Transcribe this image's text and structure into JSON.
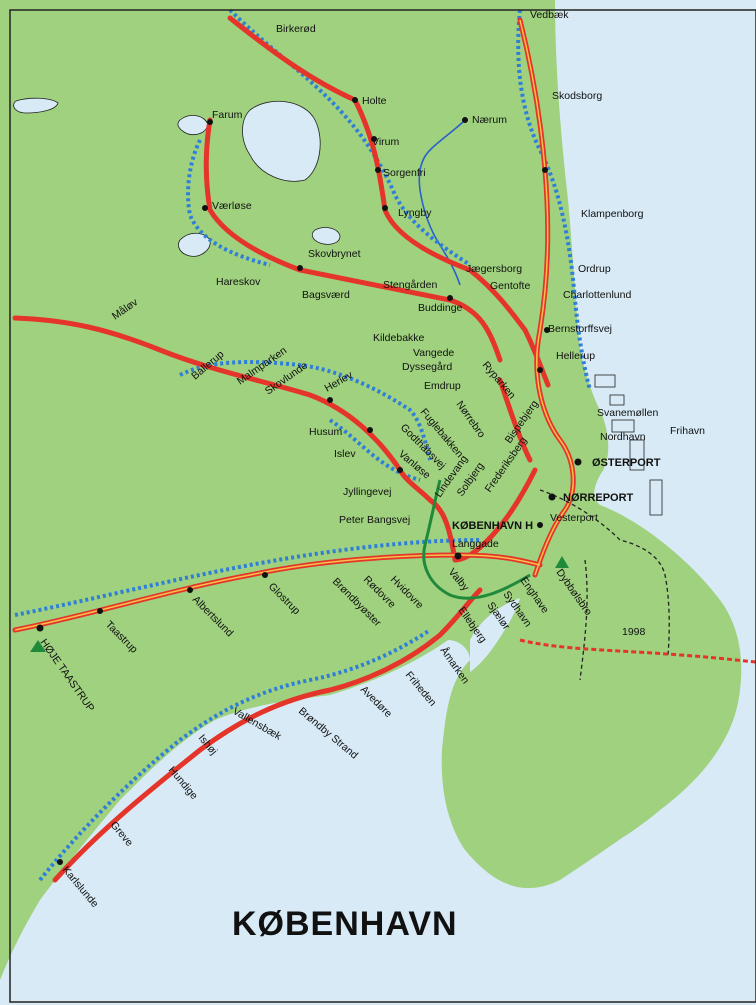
{
  "title": "KØBENHAVN",
  "year_label": "1998",
  "colors": {
    "land": "#9fd17f",
    "water": "#d7eaf5",
    "rail": "#e5342a",
    "rail_core": "#f6c24a",
    "coast_route": "#2f7fd8",
    "metro": "#1f8a3a",
    "stream": "#2a62c9",
    "border": "#222222"
  },
  "icons": {
    "triangle": "green-triangle-icon",
    "station_dot": "station-dot-icon"
  },
  "stations": [
    "Birkerød",
    "Holte",
    "Virum",
    "Sorgenfri",
    "Lyngby",
    "Nærum",
    "Farum",
    "Værløse",
    "Skovbrynet",
    "Hareskov",
    "Bagsværd",
    "Stengården",
    "Jægersborg",
    "Gentofte",
    "Buddinge",
    "Kildebakke",
    "Vangede",
    "Dyssegård",
    "Emdrup",
    "Ryparken",
    "Bernstorffsvej",
    "Hellerup",
    "Svanemøllen",
    "Nordhavn",
    "Frihavn",
    "ØSTERPORT",
    "NØRREPORT",
    "Vesterport",
    "KØBENHAVN H",
    "Langgade",
    "Måløv",
    "Ballerup",
    "Malmparken",
    "Skovlunde",
    "Herlev",
    "Husum",
    "Islev",
    "Jyllingevej",
    "Peter Bangsvej",
    "Vanløse",
    "Godthåbsvej",
    "Fuglebakken",
    "Nørrebro",
    "Bispebjerg",
    "Lindevang",
    "Solbjerg",
    "Frederiksberg",
    "Valby",
    "Hvidovre",
    "Rødovre",
    "Brøndbyøster",
    "Glostrup",
    "Albertslund",
    "Taastrup",
    "HØJE TAASTRUP",
    "Vallensbæk",
    "Brøndby Strand",
    "Avedøre",
    "Friheden",
    "Åmarken",
    "Ellebjerg",
    "Sjælør",
    "Sydhavn",
    "Enghave",
    "Dybbølsbro",
    "Ishøj",
    "Hundige",
    "Greve",
    "Karlslunde",
    "Vedbæk",
    "Skodsborg",
    "Klampenborg",
    "Ordrup",
    "Charlottenlund"
  ]
}
